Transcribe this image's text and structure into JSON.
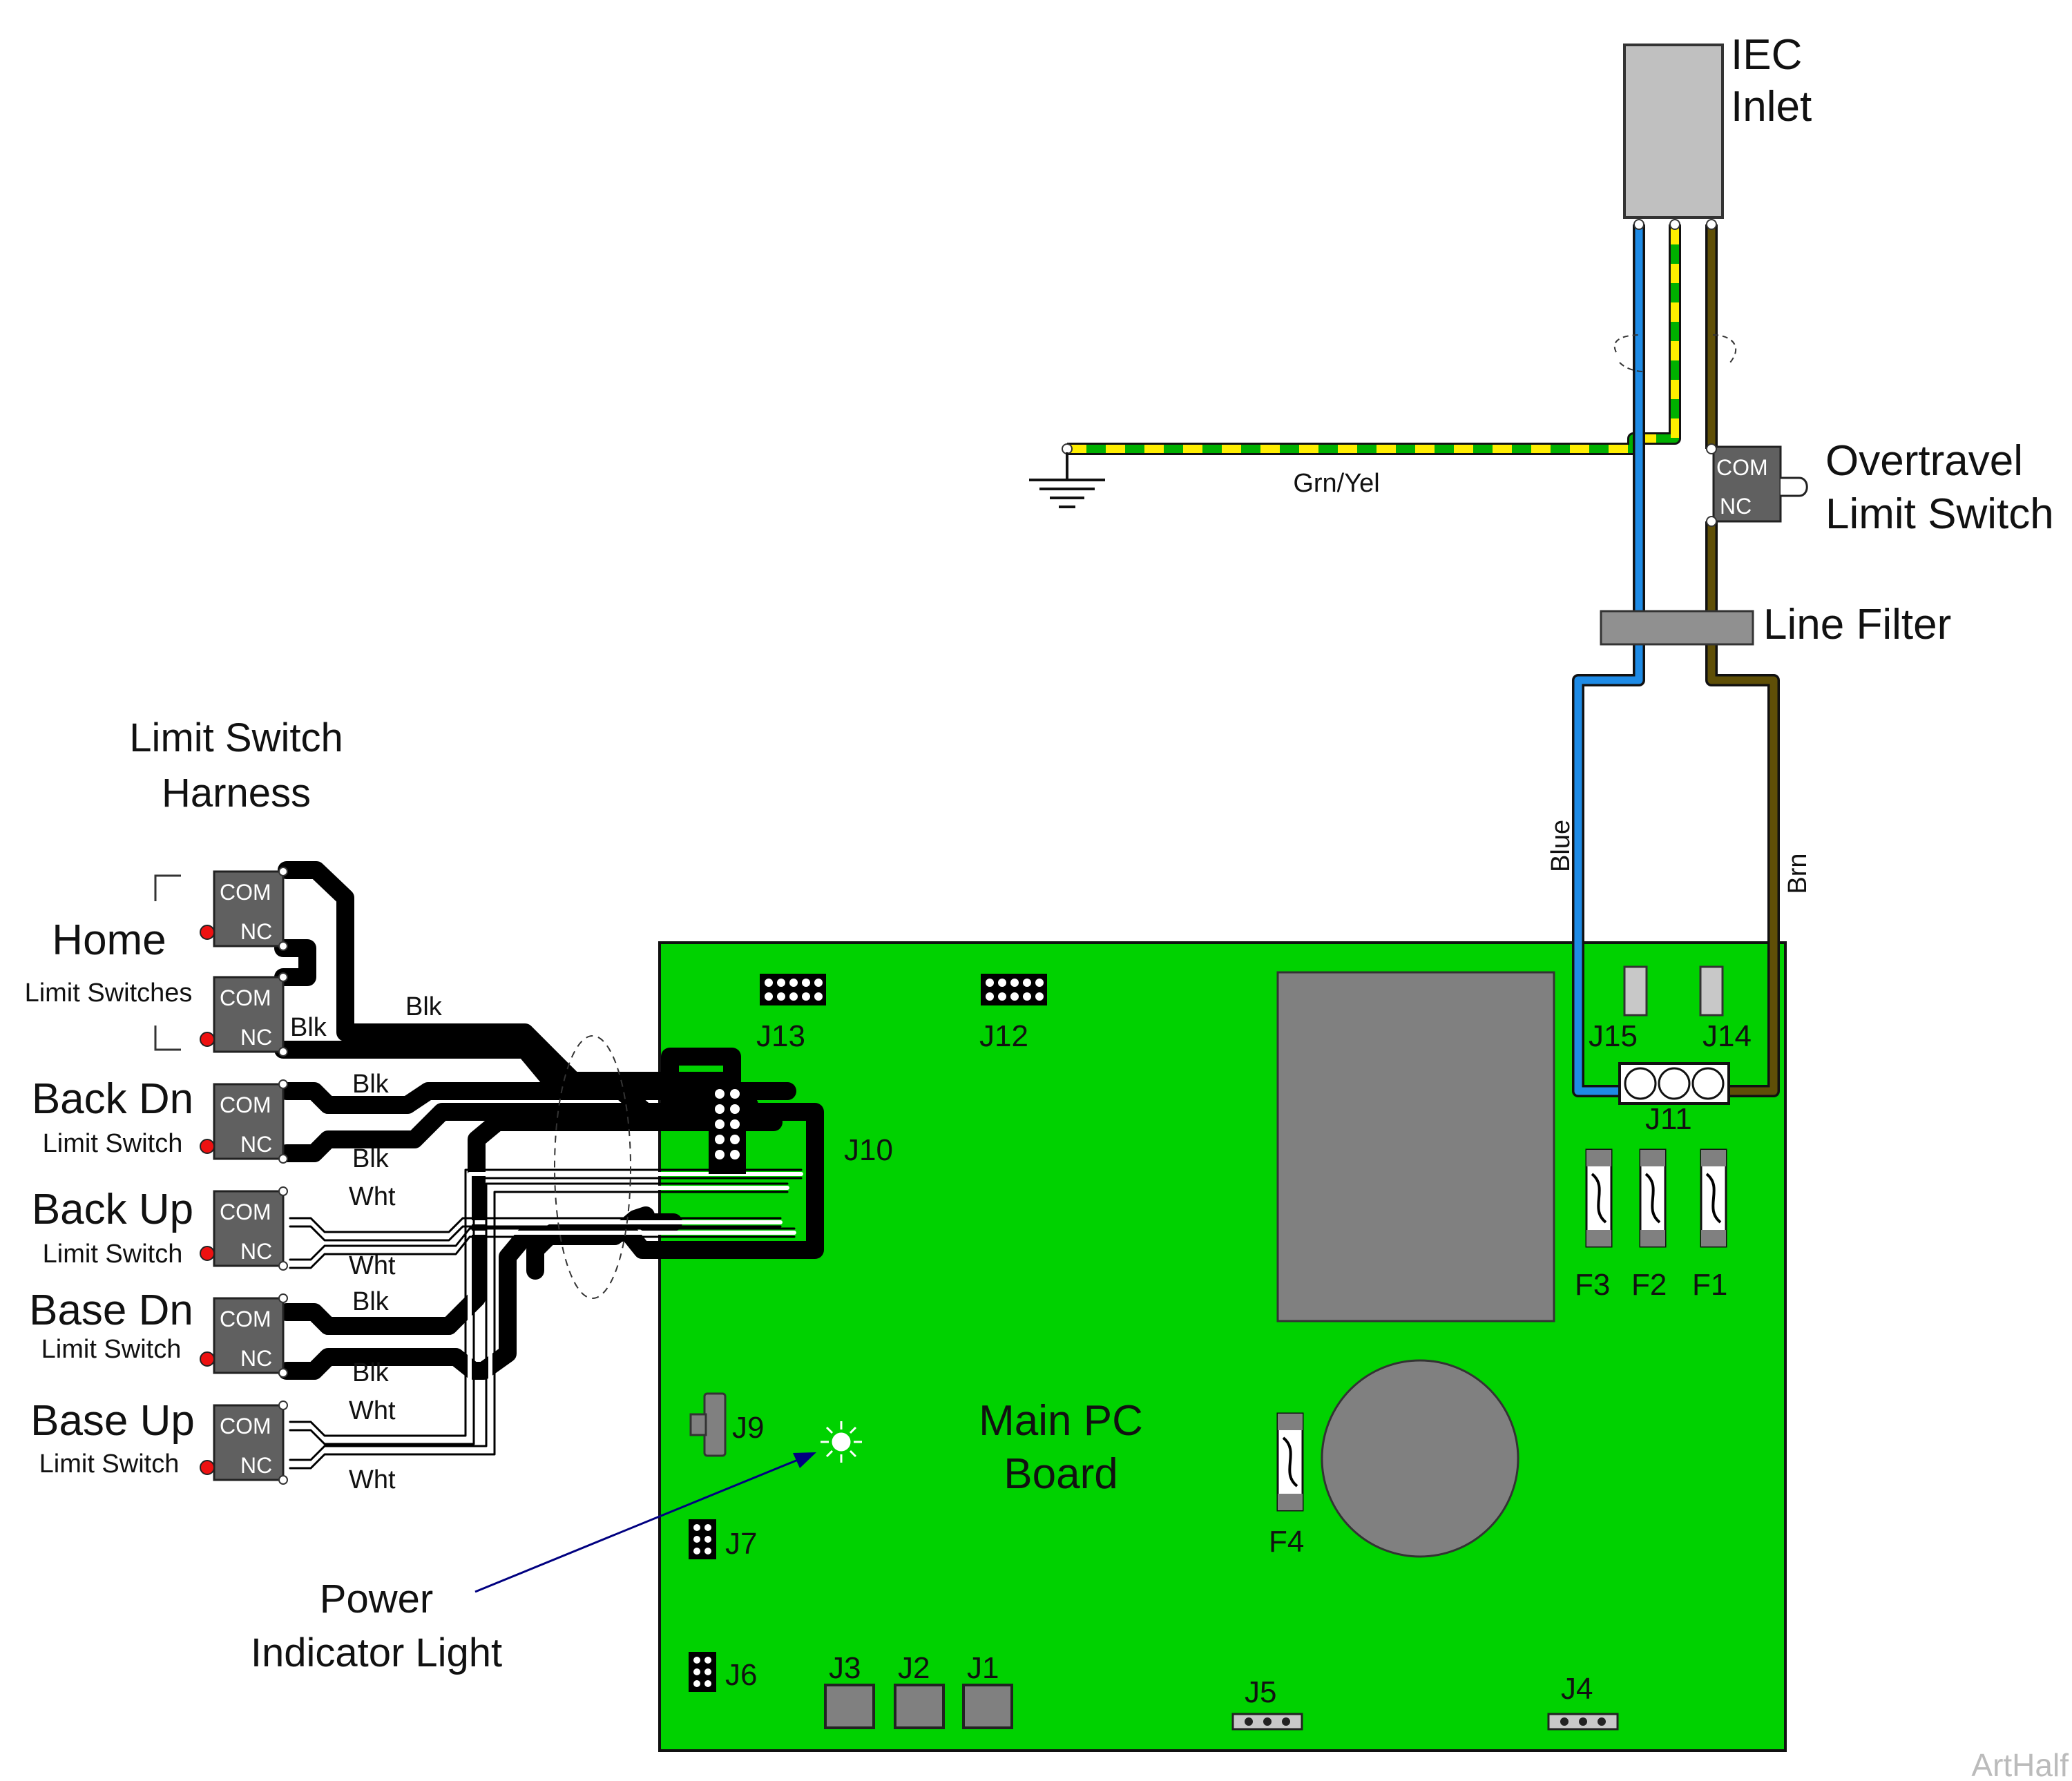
{
  "title": {
    "harness_line1": "Limit Switch",
    "harness_line2": "Harness"
  },
  "components": {
    "iec_inlet_line1": "IEC",
    "iec_inlet_line2": "Inlet",
    "overtravel_line1": "Overtravel",
    "overtravel_line2": "Limit Switch",
    "line_filter": "Line Filter",
    "main_board_line1": "Main PC",
    "main_board_line2": "Board",
    "power_light_line1": "Power",
    "power_light_line2": "Indicator Light"
  },
  "switch_terminals": {
    "com": "COM",
    "nc": "NC"
  },
  "limit_switches": [
    {
      "name": "Home",
      "sub": "Limit Switches"
    },
    {
      "name": "Back Dn",
      "sub": "Limit Switch"
    },
    {
      "name": "Back Up",
      "sub": "Limit Switch"
    },
    {
      "name": "Base Dn",
      "sub": "Limit Switch"
    },
    {
      "name": "Base Up",
      "sub": "Limit Switch"
    }
  ],
  "wire_labels": {
    "ground": "Grn/Yel",
    "blue": "Blue",
    "brown": "Brn",
    "blk": "Blk",
    "wht": "Wht"
  },
  "connectors": {
    "j1": "J1",
    "j2": "J2",
    "j3": "J3",
    "j4": "J4",
    "j5": "J5",
    "j6": "J6",
    "j7": "J7",
    "j9": "J9",
    "j10": "J10",
    "j11": "J11",
    "j12": "J12",
    "j13": "J13",
    "j14": "J14",
    "j15": "J15"
  },
  "fuses": {
    "f1": "F1",
    "f2": "F2",
    "f3": "F3",
    "f4": "F4"
  },
  "watermark": "ArtHalf",
  "colors": {
    "board": "#00d200",
    "blue_wire": "#1e8be6",
    "brown_wire": "#5f4f07",
    "ground_green": "#00b000",
    "ground_yellow": "#ffee00",
    "component_gray": "#808080",
    "indicator_red": "#ee1111",
    "arrow": "#000080"
  }
}
